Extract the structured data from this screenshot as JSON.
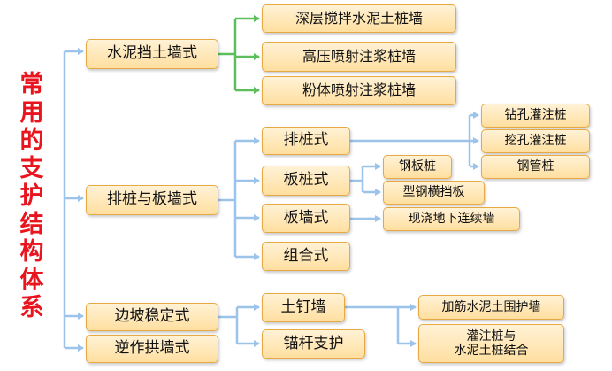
{
  "title": "常用的支护结构体系",
  "level1": {
    "cement_wall": "水泥挡土墙式",
    "pile_board": "排桩与板墙式",
    "slope": "边坡稳定式",
    "arch": "逆作拱墙式"
  },
  "cement": {
    "deep_mix": "深层搅拌水泥土桩墙",
    "hp_jet": "高压喷射注浆桩墙",
    "powder_jet": "粉体喷射注浆桩墙"
  },
  "pile": {
    "row_pile": "排桩式",
    "sheet_pile": "板桩式",
    "board_wall": "板墙式",
    "combined": "组合式"
  },
  "row_pile_types": {
    "bored": "钻孔灌注桩",
    "dug": "挖孔灌注桩",
    "steel_pipe": "钢管桩"
  },
  "sheet_pile_types": {
    "steel_sheet": "钢板桩",
    "h_beam": "型钢横挡板"
  },
  "board_wall_types": {
    "diaphragm": "现浇地下连续墙"
  },
  "slope_types": {
    "soil_nail": "土钉墙",
    "anchor": "锚杆支护"
  },
  "soil_nail_types": {
    "reinforced_cement": "加筋水泥土围护墙",
    "combo_line1": "灌注桩与",
    "combo_line2": "水泥土桩结合"
  },
  "colors": {
    "title": "#e8141e",
    "box_fill": "#ffdfa0",
    "box_border": "#e8a945",
    "connector_blue": "#9cc3ea",
    "connector_green": "#5cbf5c"
  }
}
